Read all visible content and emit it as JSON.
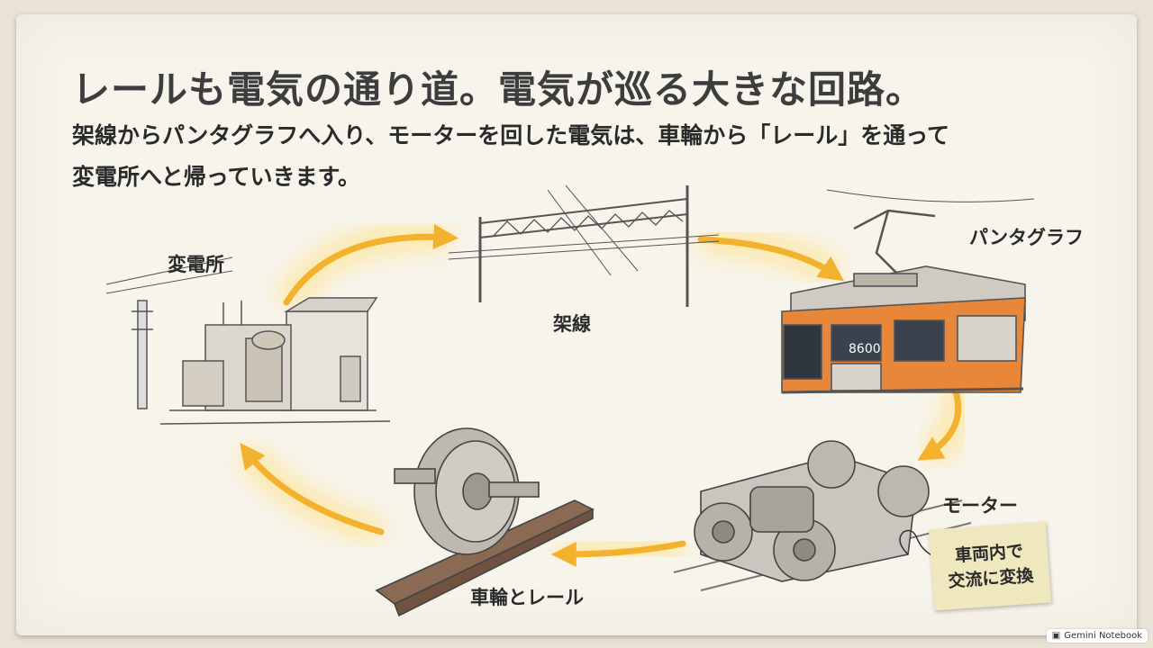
{
  "title": "レールも電気の通り道。電気が巡る大きな回路。",
  "subtitle_line1": "架線からパンタグラフへ入り、モーターを回した電気は、車輪から「レール」を通って",
  "subtitle_line2": "変電所へと帰っていきます。",
  "labels": {
    "substation": "変電所",
    "overhead_line": "架線",
    "pantograph": "パンタグラフ",
    "motor": "モーター",
    "wheel_rail": "車輪とレール"
  },
  "note": {
    "line1": "車両内で",
    "line2": "交流に変換"
  },
  "train_number": "8600",
  "watermark": "Gemini Notebook",
  "colors": {
    "flow_arrow": "#f2b22e",
    "flow_glow": "#fde7a3",
    "train_orange": "#e8873a",
    "note_paper": "#efe7bd"
  },
  "icons": [
    "substation-illustration",
    "overhead-line-illustration",
    "pantograph-train-illustration",
    "motor-bogie-illustration",
    "wheel-rail-illustration"
  ]
}
